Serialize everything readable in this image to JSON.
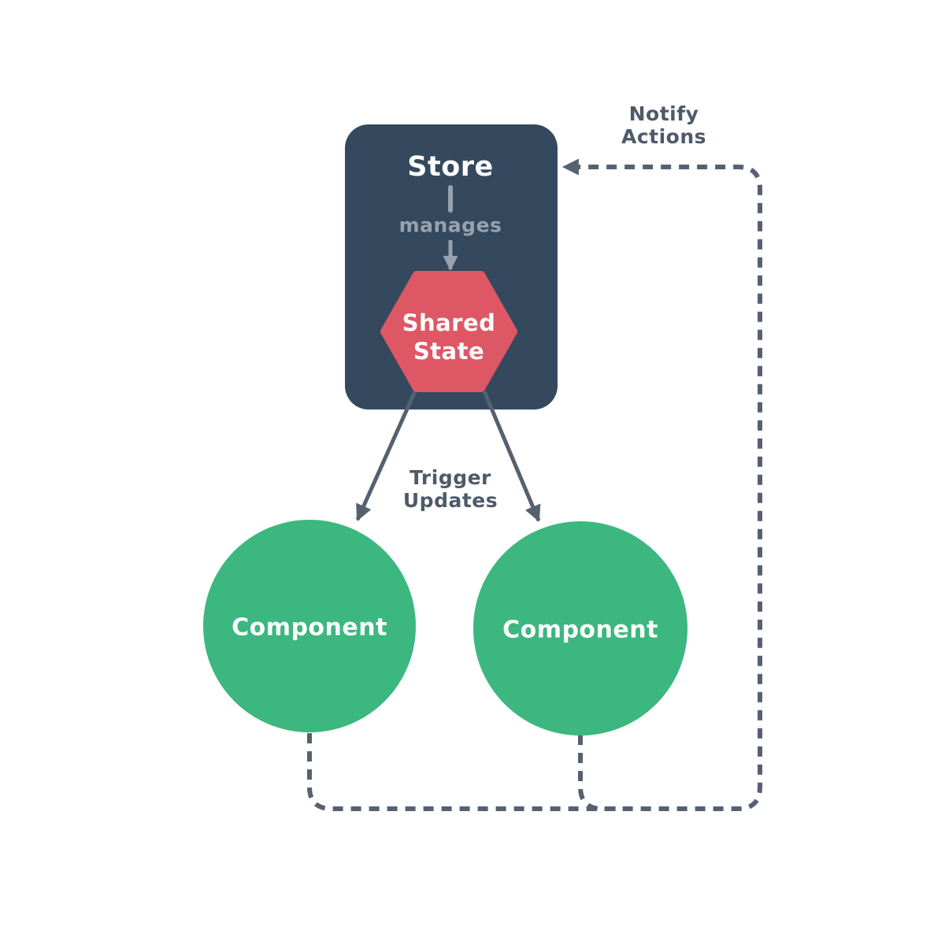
{
  "colors": {
    "background": "#FFFFFF",
    "store_box": "#34495E",
    "shared_state_hexagon": "#DE5765",
    "component_circle": "#3CB77F",
    "edge_slate": "#56616F",
    "edge_label_text": "#4E5A68",
    "manages_gray": "#98A2AD",
    "node_text": "#FFFFFF"
  },
  "store": {
    "label": "Store",
    "manages": "manages"
  },
  "shared_state": {
    "line1": "Shared",
    "line2": "State"
  },
  "components": [
    {
      "label": "Component"
    },
    {
      "label": "Component"
    }
  ],
  "edge_labels": {
    "trigger": {
      "line1": "Trigger",
      "line2": "Updates"
    },
    "notify": {
      "line1": "Notify",
      "line2": "Actions"
    }
  }
}
